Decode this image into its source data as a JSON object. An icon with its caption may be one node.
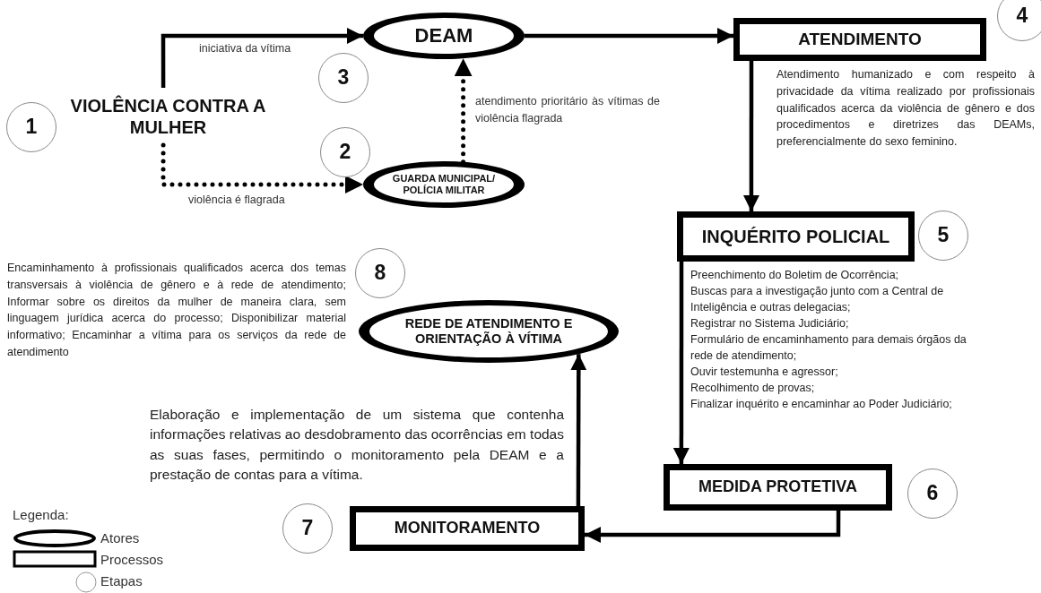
{
  "diagram": {
    "nodes": [
      {
        "text": [
          "1"
        ]
      },
      {
        "text": [
          "VIOLÊNCIA CONTRA A MULHER"
        ]
      },
      {
        "text": [
          "DEAM"
        ]
      },
      {
        "text": [
          "3"
        ]
      },
      {
        "text": [
          "2"
        ]
      },
      {
        "text": [
          "GUARDA MUNICIPAL/ POLÍCIA MILITAR"
        ]
      },
      {
        "text": [
          "ATENDIMENTO"
        ],
        "beside": [
          "Atendimento humanizado e com respeito à privacidade da vítima realizado por profissionais qualificados acerca da violência de gênero e dos procedimentos e diretrizes das DEAMs, preferencialmente do sexo feminino."
        ]
      },
      {
        "text": [
          "4"
        ]
      },
      {
        "text": [
          "INQUÉRITO POLICIAL"
        ],
        "beside": [
          "Preenchimento do Boletim de Ocorrência;",
          "Buscas para a investigação junto com a Central de Inteligência e outras delegacias;",
          "Registrar no Sistema Judiciário;",
          "Formulário de encaminhamento para demais órgãos da rede de atendimento;",
          "Ouvir testemunha e agressor;",
          "Recolhimento de provas;",
          "Finalizar inquérito e encaminhar ao Poder Judiciário;"
        ]
      },
      {
        "text": [
          "5"
        ]
      },
      {
        "text": [
          "8"
        ]
      },
      {
        "text": [
          "REDE DE ATENDIMENTO E ORIENTAÇÃO À VÍTIMA"
        ],
        "beside": [
          "Encaminhamento à profissionais qualificados acerca dos temas transversais à violência de gênero e à rede de atendimento; Informar sobre os direitos da mulher de maneira clara, sem linguagem jurídica acerca do processo; Disponibilizar material informativo; Encaminhar a vítima para os serviços da rede de atendimento"
        ]
      },
      {
        "text": [
          "MEDIDA PROTETIVA"
        ]
      },
      {
        "text": [
          "6"
        ]
      },
      {
        "text": [
          "7"
        ]
      },
      {
        "text": [
          "MONITORAMENTO"
        ],
        "beside": [
          "Elaboração e implementação de um sistema que contenha informações relativas ao desdobramento das ocorrências em todas as suas fases, permitindo o monitoramento pela DEAM e a prestação de contas para a vítima."
        ]
      }
    ],
    "edges": [
      {
        "from": 1,
        "to": 2,
        "arrow": "to",
        "label": "iniciativa da vítima"
      },
      {
        "from": 1,
        "to": 5,
        "arrow": "to",
        "label": "violência é flagrada",
        "style": "dashed"
      },
      {
        "from": 5,
        "to": 2,
        "arrow": "to",
        "label": "atendimento prioritário às vítimas de violência flagrada",
        "style": "dashed"
      },
      {
        "from": 2,
        "to": 6,
        "arrow": "to"
      },
      {
        "from": 6,
        "to": 8,
        "arrow": "to"
      },
      {
        "from": 8,
        "to": 12,
        "arrow": "to"
      },
      {
        "from": 12,
        "to": 15,
        "arrow": "to"
      },
      {
        "from": 15,
        "to": 11,
        "arrow": "to"
      }
    ],
    "labels": [
      "Legenda:"
    ],
    "legend": [
      {
        "text": "Atores"
      },
      {
        "text": "Processos"
      },
      {
        "text": "Etapas"
      }
    ]
  }
}
